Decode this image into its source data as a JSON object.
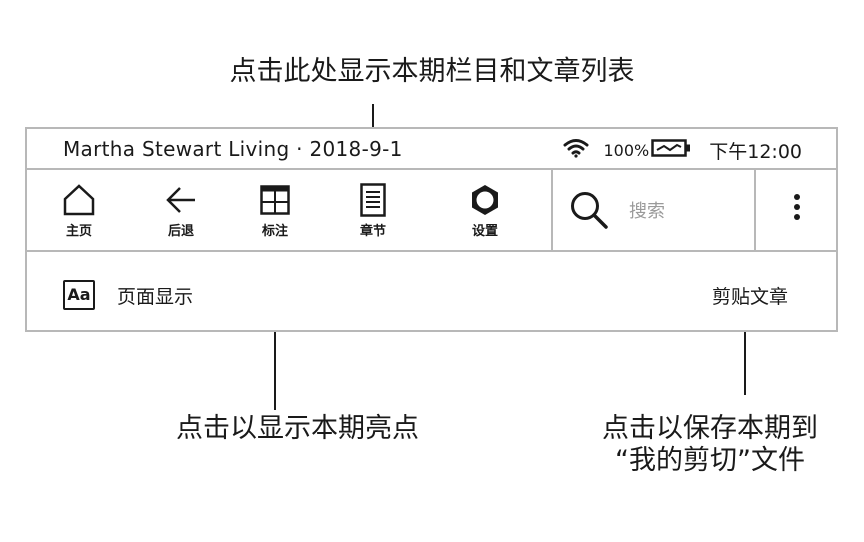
{
  "callouts": {
    "top": "点击此处显示本期栏目和文章列表",
    "left": "点击以显示本期亮点",
    "right_line1": "点击以保存本期到",
    "right_line2": "“我的剪切”文件"
  },
  "status_bar": {
    "title": "Martha Stewart Living · 2018-9-1",
    "battery": "100%",
    "time": "下午12:00"
  },
  "toolbar": {
    "home": "主页",
    "back": "后退",
    "notes": "标注",
    "chapters": "章节",
    "settings": "设置",
    "search_placeholder": "搜索"
  },
  "bottom_row": {
    "aa_icon_text": "Aa",
    "page_display": "页面显示",
    "clip_article": "剪贴文章"
  }
}
